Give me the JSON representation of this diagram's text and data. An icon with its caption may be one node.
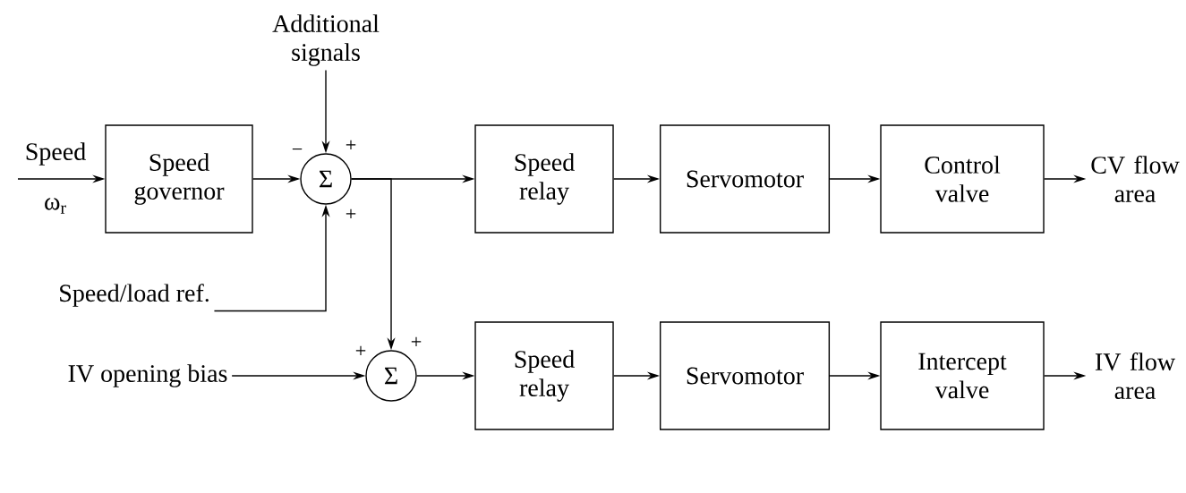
{
  "diagram": {
    "nodes": [
      {
        "text": [
          "Speed governor"
        ]
      },
      {
        "text": [
          "Σ"
        ]
      },
      {
        "text": [
          "Additional signals"
        ]
      },
      {
        "text": [
          "Speed/load ref."
        ]
      },
      {
        "text": [
          "Speed relay"
        ]
      },
      {
        "text": [
          "Servomotor"
        ]
      },
      {
        "text": [
          "Control valve"
        ]
      },
      {
        "text": [
          "CV flow area"
        ]
      },
      {
        "text": [
          "IV opening bias"
        ]
      },
      {
        "text": [
          "Σ"
        ]
      },
      {
        "text": [
          "Speed relay"
        ]
      },
      {
        "text": [
          "Servomotor"
        ]
      },
      {
        "text": [
          "Intercept valve"
        ]
      },
      {
        "text": [
          "IV flow area"
        ]
      }
    ],
    "edges": [
      {
        "from": null,
        "to": 0,
        "arrow": "to"
      },
      {
        "from": 0,
        "to": 1,
        "arrow": "to"
      },
      {
        "from": 2,
        "to": 1,
        "arrow": "to"
      },
      {
        "from": 3,
        "to": 1,
        "arrow": "to"
      },
      {
        "from": 1,
        "to": 4,
        "arrow": "to"
      },
      {
        "from": 4,
        "to": 5,
        "arrow": "to"
      },
      {
        "from": 5,
        "to": 6,
        "arrow": "to"
      },
      {
        "from": 6,
        "to": 7,
        "arrow": "to"
      },
      {
        "from": 1,
        "to": 9,
        "arrow": "to"
      },
      {
        "from": 8,
        "to": 9,
        "arrow": "to"
      },
      {
        "from": 9,
        "to": 10,
        "arrow": "to"
      },
      {
        "from": 10,
        "to": 11,
        "arrow": "to"
      },
      {
        "from": 11,
        "to": 12,
        "arrow": "to"
      },
      {
        "from": 12,
        "to": 13,
        "arrow": "to"
      }
    ],
    "labels": [
      "Speed",
      "ω$_{r}$",
      "+",
      "−",
      "+",
      "+",
      "+"
    ]
  }
}
